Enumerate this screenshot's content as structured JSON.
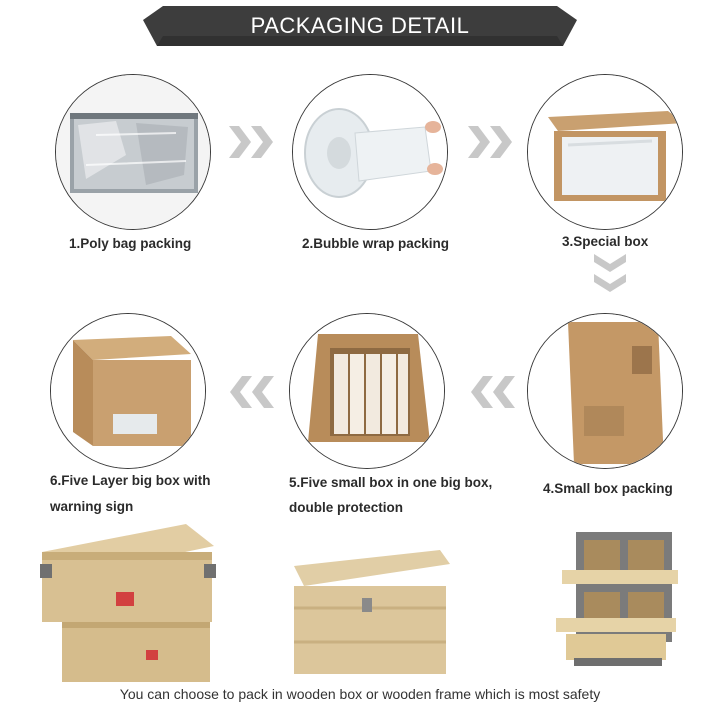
{
  "header": {
    "title": "PACKAGING DETAIL"
  },
  "steps": [
    {
      "label": "1.Poly bag packing",
      "icon": "poly-bag"
    },
    {
      "label": "2.Bubble wrap packing",
      "icon": "bubble-wrap-roll"
    },
    {
      "label": "3.Special box",
      "icon": "special-box"
    },
    {
      "label": "4.Small box packing",
      "icon": "small-box"
    },
    {
      "label": "5.Five small box in one big box,",
      "label_line2": "double protection",
      "icon": "open-big-box"
    },
    {
      "label": "6.Five Layer big box with",
      "label_line2": "warning sign",
      "icon": "big-box"
    }
  ],
  "wooden": [
    {
      "icon": "wooden-crates-stacked"
    },
    {
      "icon": "wooden-box"
    },
    {
      "icon": "wooden-frame"
    }
  ],
  "footer": {
    "text": "You can choose to pack in wooden box or wooden frame which is most safety"
  },
  "colors": {
    "banner": "#3d3d3d",
    "cardboard": "#c9a070",
    "wood": "#d8c092",
    "arrow": "#c8c8c8"
  }
}
